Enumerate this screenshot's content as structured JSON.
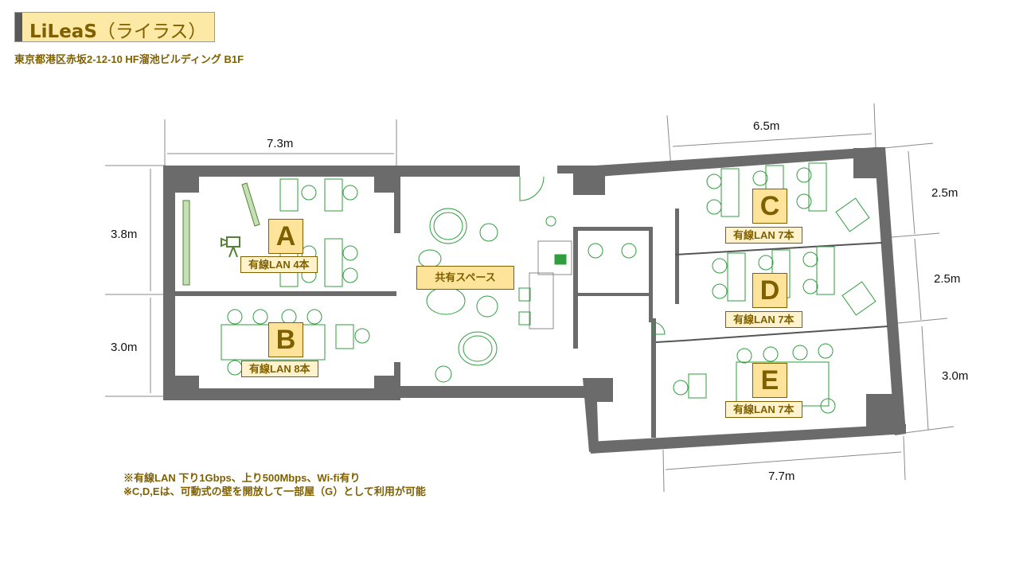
{
  "header": {
    "title_brand": "LiLeaS",
    "title_kana": "（ライラス）",
    "address": "東京都港区赤坂2-12-10 HF溜池ビルディング B1F"
  },
  "dimensions": {
    "top_left_width": "7.3m",
    "top_right_width": "6.5m",
    "bottom_right_width": "7.7m",
    "room_a_height": "3.8m",
    "room_b_height": "3.0m",
    "room_c_height": "2.5m",
    "room_d_height": "2.5m",
    "room_e_height": "3.0m"
  },
  "rooms": [
    {
      "id": "A",
      "letter": "A",
      "lan": "有線LAN 4本"
    },
    {
      "id": "B",
      "letter": "B",
      "lan": "有線LAN 8本"
    },
    {
      "id": "C",
      "letter": "C",
      "lan": "有線LAN 7本"
    },
    {
      "id": "D",
      "letter": "D",
      "lan": "有線LAN 7本"
    },
    {
      "id": "E",
      "letter": "E",
      "lan": "有線LAN 7本"
    }
  ],
  "shared_space": {
    "label": "共有スペース"
  },
  "notes": [
    "※有線LAN 下り1Gbps、上り500Mbps、Wi-fi有り",
    "※C,D,Eは、可動式の壁を開放して一部屋（G）として利用が可能"
  ],
  "icons": {
    "camera": "video-camera-icon",
    "chair": "chair-icon"
  },
  "colors": {
    "label_fill": "#fde49a",
    "lan_fill": "#fff2cc",
    "label_text": "#7f6000",
    "wall": "#6b6b6b",
    "furniture": "#2e9e3e"
  }
}
